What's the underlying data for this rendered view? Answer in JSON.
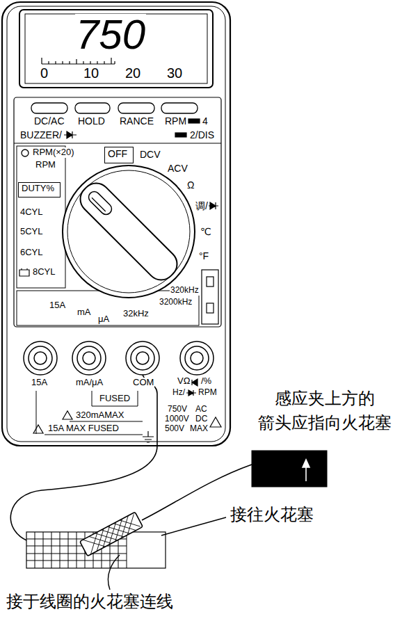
{
  "diagram": {
    "nodes": [
      {
        "text": [
          "OFF"
        ]
      },
      {
        "text": [
          "DUTY%"
        ]
      }
    ],
    "labels": [
      "750",
      "0",
      "10",
      "20",
      "30",
      "DC/AC",
      "HOLD",
      "RANCE",
      "RPM",
      "4",
      "BUZZER/",
      "2/DIS",
      "RPM(×20)",
      "RPM",
      "DCV",
      "ACV",
      "Ω",
      "调/",
      "4CYL",
      "5CYL",
      "6CYL",
      "8CYL",
      "℃",
      "°F",
      "320kHz",
      "3200kHz",
      "15A",
      "mA",
      "μA",
      "32kHz",
      "15A",
      "mA/μA",
      "COM",
      "VΩ",
      "/%",
      "Hz/",
      "RPM",
      "FUSED",
      "320mAMAX",
      "15A MAX FUSED",
      "750V",
      "AC",
      "1000V",
      "DC",
      "500V",
      "MAX",
      "感应夹上方的 箭头应指向火花塞",
      "接往火花塞",
      "接于线圈的火花塞连线"
    ]
  }
}
